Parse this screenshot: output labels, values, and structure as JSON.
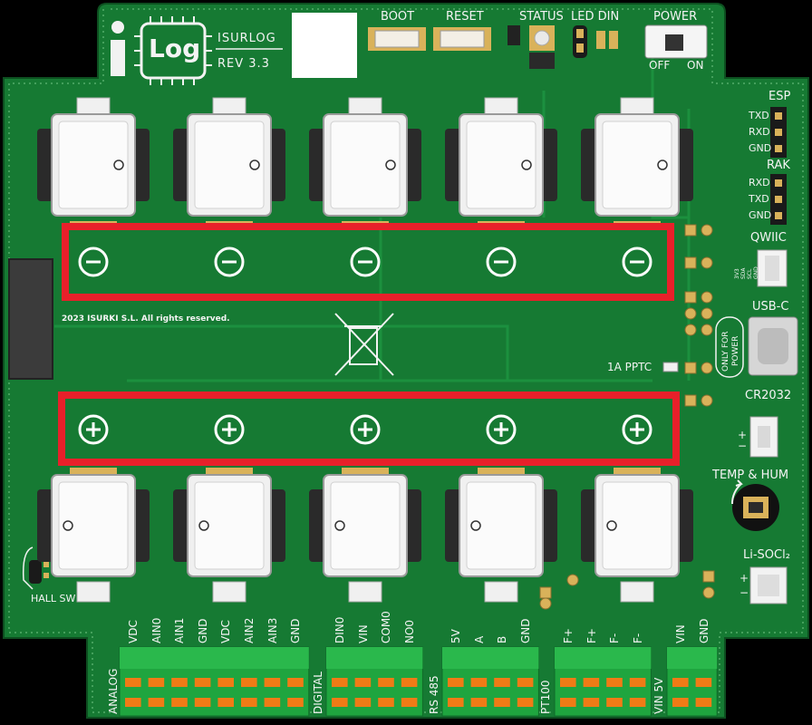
{
  "header": {
    "logo_text": "Log",
    "board_name": "ISURLOG",
    "revision": "REV 3.3"
  },
  "top_labels": {
    "boot": "BOOT",
    "reset": "RESET",
    "status": "STATUS",
    "led_din": "LED DIN",
    "power": "POWER",
    "off": "OFF",
    "on": "ON"
  },
  "right_labels": {
    "esp": "ESP",
    "esp_pins": [
      "TXD",
      "RXD",
      "GND"
    ],
    "rak": "RAK",
    "rak_pins": [
      "RXD",
      "TXD",
      "GND"
    ],
    "qwiic": "QWIIC",
    "qwiic_pins": [
      "3V3",
      "SDA",
      "SCL",
      "GND"
    ],
    "usb_c": "USB-C",
    "only_for_power": [
      "ONLY FOR",
      "POWER"
    ],
    "pptc": "1A PPTC",
    "cr2032": "CR2032",
    "temp_hum": "TEMP & HUM",
    "li_socl": "Li-SOCl₂",
    "plus": "+",
    "minus": "−"
  },
  "left_labels": {
    "copyright": "2023 ISURKI S.L. All rights reserved.",
    "hall": "HALL SW"
  },
  "battery_rows": {
    "negative_symbol": "−",
    "positive_symbol": "+",
    "count": 5
  },
  "highlights": {
    "color": "#e8202a"
  },
  "connectors": {
    "groups": [
      {
        "name": "ANALOG",
        "pins": [
          "VDC",
          "AIN0",
          "AIN1",
          "GND",
          "VDC",
          "AIN2",
          "AIN3",
          "GND"
        ]
      },
      {
        "name": "DIGITAL",
        "pins": [
          "DIN0",
          "VIN",
          "COM0",
          "NO0"
        ]
      },
      {
        "name": "RS 485",
        "pins": [
          "5V",
          "A",
          "B",
          "GND"
        ]
      },
      {
        "name": "PT100",
        "pins": [
          "F+",
          "F+",
          "F-",
          "F-"
        ]
      },
      {
        "name": "VIN 5V",
        "pins": [
          "VIN",
          "GND"
        ]
      }
    ]
  },
  "colors": {
    "pcb": "#1b8a3a",
    "terminal": "#1fa53f",
    "terminal_pin": "#f07b16",
    "holder_metal": "#f0f0f0",
    "pad_gold": "#d9b25a"
  }
}
